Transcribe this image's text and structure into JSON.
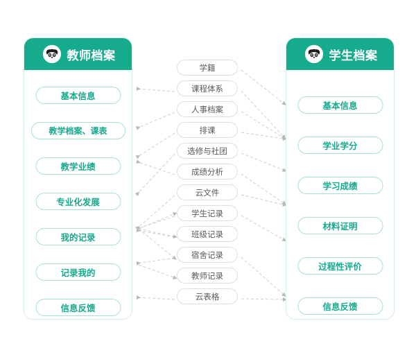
{
  "left_card": {
    "title": "教师档案",
    "icon": "panda-avatar-icon",
    "header_color": "#16ab8d",
    "items": [
      {
        "label": "基本信息"
      },
      {
        "label": "教学档案、课表"
      },
      {
        "label": "教学业绩"
      },
      {
        "label": "专业化发展"
      },
      {
        "label": "我的记录"
      },
      {
        "label": "记录我的"
      },
      {
        "label": "信息反馈"
      }
    ]
  },
  "right_card": {
    "title": "学生档案",
    "icon": "panda-avatar-icon",
    "header_color": "#16ab8d",
    "items": [
      {
        "label": "基本信息"
      },
      {
        "label": "学业学分"
      },
      {
        "label": "学习成绩"
      },
      {
        "label": "材料证明"
      },
      {
        "label": "过程性评价"
      },
      {
        "label": "信息反馈"
      }
    ]
  },
  "middle_column": {
    "items": [
      {
        "label": "学籍"
      },
      {
        "label": "课程体系"
      },
      {
        "label": "人事档案"
      },
      {
        "label": "排课"
      },
      {
        "label": "选修与社团"
      },
      {
        "label": "成绩分析"
      },
      {
        "label": "云文件"
      },
      {
        "label": "学生记录"
      },
      {
        "label": "班级记录"
      },
      {
        "label": "宿舍记录"
      },
      {
        "label": "教师记录"
      },
      {
        "label": "云表格"
      }
    ]
  },
  "theme": {
    "teal": "#16ab8d",
    "teal_text": "#19a98e",
    "pill_border_teal": "#a9ded4",
    "pill_border_gray": "#dedede",
    "middle_text": "#5a5a5a",
    "connector": "#c9c9c9",
    "card_border": "#d7eeea"
  }
}
